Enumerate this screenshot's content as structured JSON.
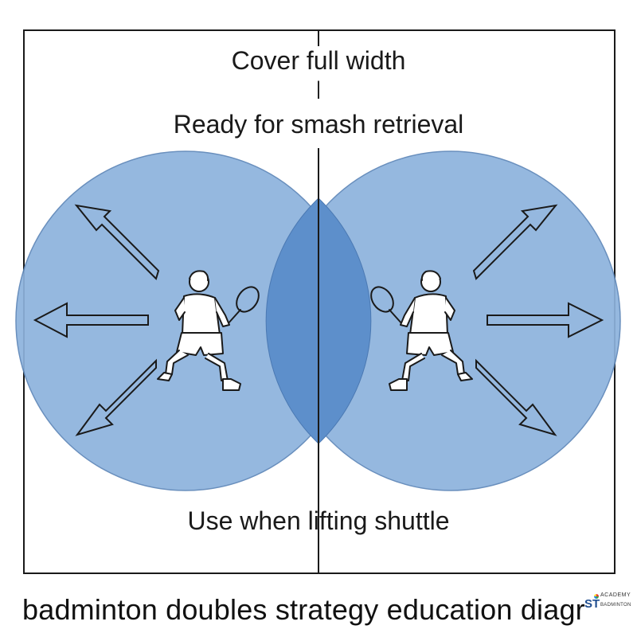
{
  "labels": {
    "top_line_1": "Cover full width",
    "top_line_2": "Ready for smash retrieval",
    "bottom_line": "Use when lifting shuttle"
  },
  "caption": "badminton doubles strategy education diagr",
  "logo": {
    "line_top": "ACADEMY",
    "mark": "ST",
    "line_bottom": "BADMINTON"
  },
  "colors": {
    "zone_fill": "#7fa6d6",
    "overlap_fill": "#5b8cc8",
    "line": "#1a1a1a",
    "background": "#ffffff"
  },
  "players": [
    {
      "name": "left-player",
      "facing": "left"
    },
    {
      "name": "right-player",
      "facing": "right"
    }
  ],
  "arrows": {
    "left": [
      "up-left",
      "left",
      "down-left"
    ],
    "right": [
      "up-right",
      "right",
      "down-right"
    ]
  }
}
